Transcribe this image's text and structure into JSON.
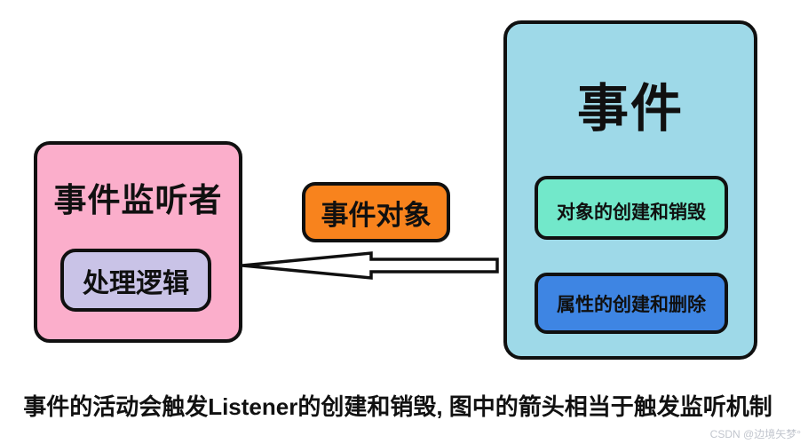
{
  "page": {
    "background_color": "#ffffff"
  },
  "diagram": {
    "listener": {
      "title": "事件监听者",
      "logic_label": "处理逻辑",
      "bg_color": "#FBAECB",
      "logic_bg_color": "#C9C3E7",
      "border_color": "#101010"
    },
    "event_object": {
      "label": "事件对象",
      "bg_color": "#F8831D"
    },
    "event": {
      "title": "事件",
      "bg_color": "#9ED9E8",
      "items": [
        {
          "label": "对象的创建和销毁",
          "bg_color": "#72E8CA"
        },
        {
          "label": "属性的创建和删除",
          "bg_color": "#3E85E3"
        }
      ]
    },
    "arrow": {
      "direction": "left",
      "fill_color": "#ffffff",
      "stroke_color": "#101010"
    },
    "caption": "事件的活动会触发Listener的创建和销毁, 图中的箭头相当于触发监听机制",
    "watermark": "CSDN @边境矢梦°"
  }
}
